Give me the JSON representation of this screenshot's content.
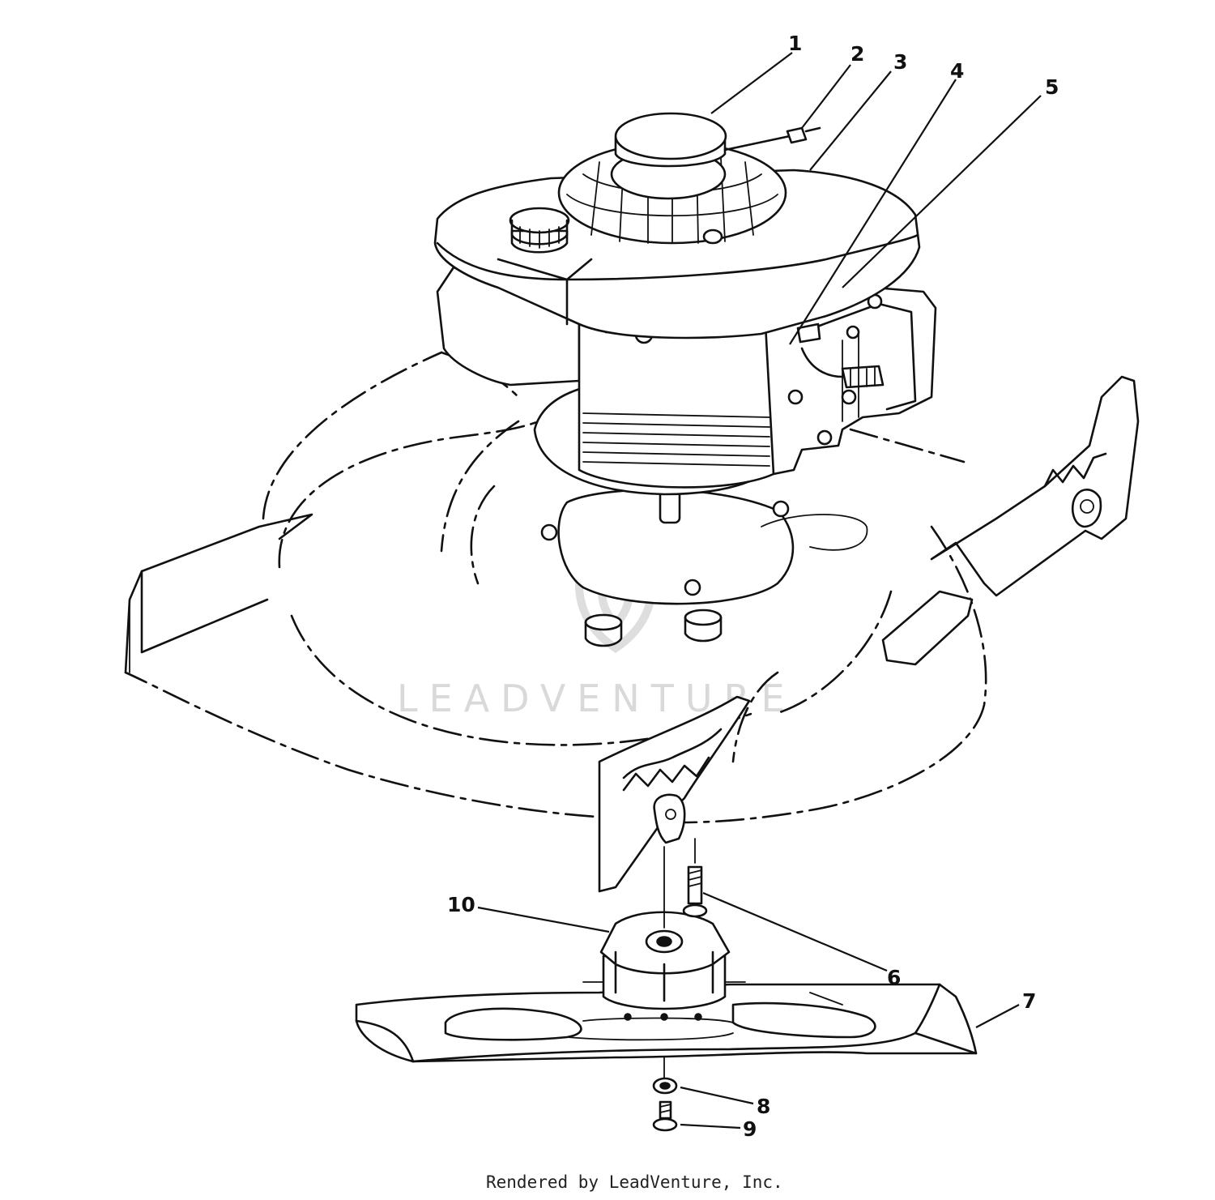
{
  "diagram": {
    "callouts": [
      {
        "label": "1"
      },
      {
        "label": "2"
      },
      {
        "label": "3"
      },
      {
        "label": "4"
      },
      {
        "label": "5"
      },
      {
        "label": "6"
      },
      {
        "label": "7"
      },
      {
        "label": "8"
      },
      {
        "label": "9"
      },
      {
        "label": "10"
      }
    ],
    "watermark": "LEADVENTURE",
    "credit": "Rendered by LeadVenture, Inc."
  }
}
